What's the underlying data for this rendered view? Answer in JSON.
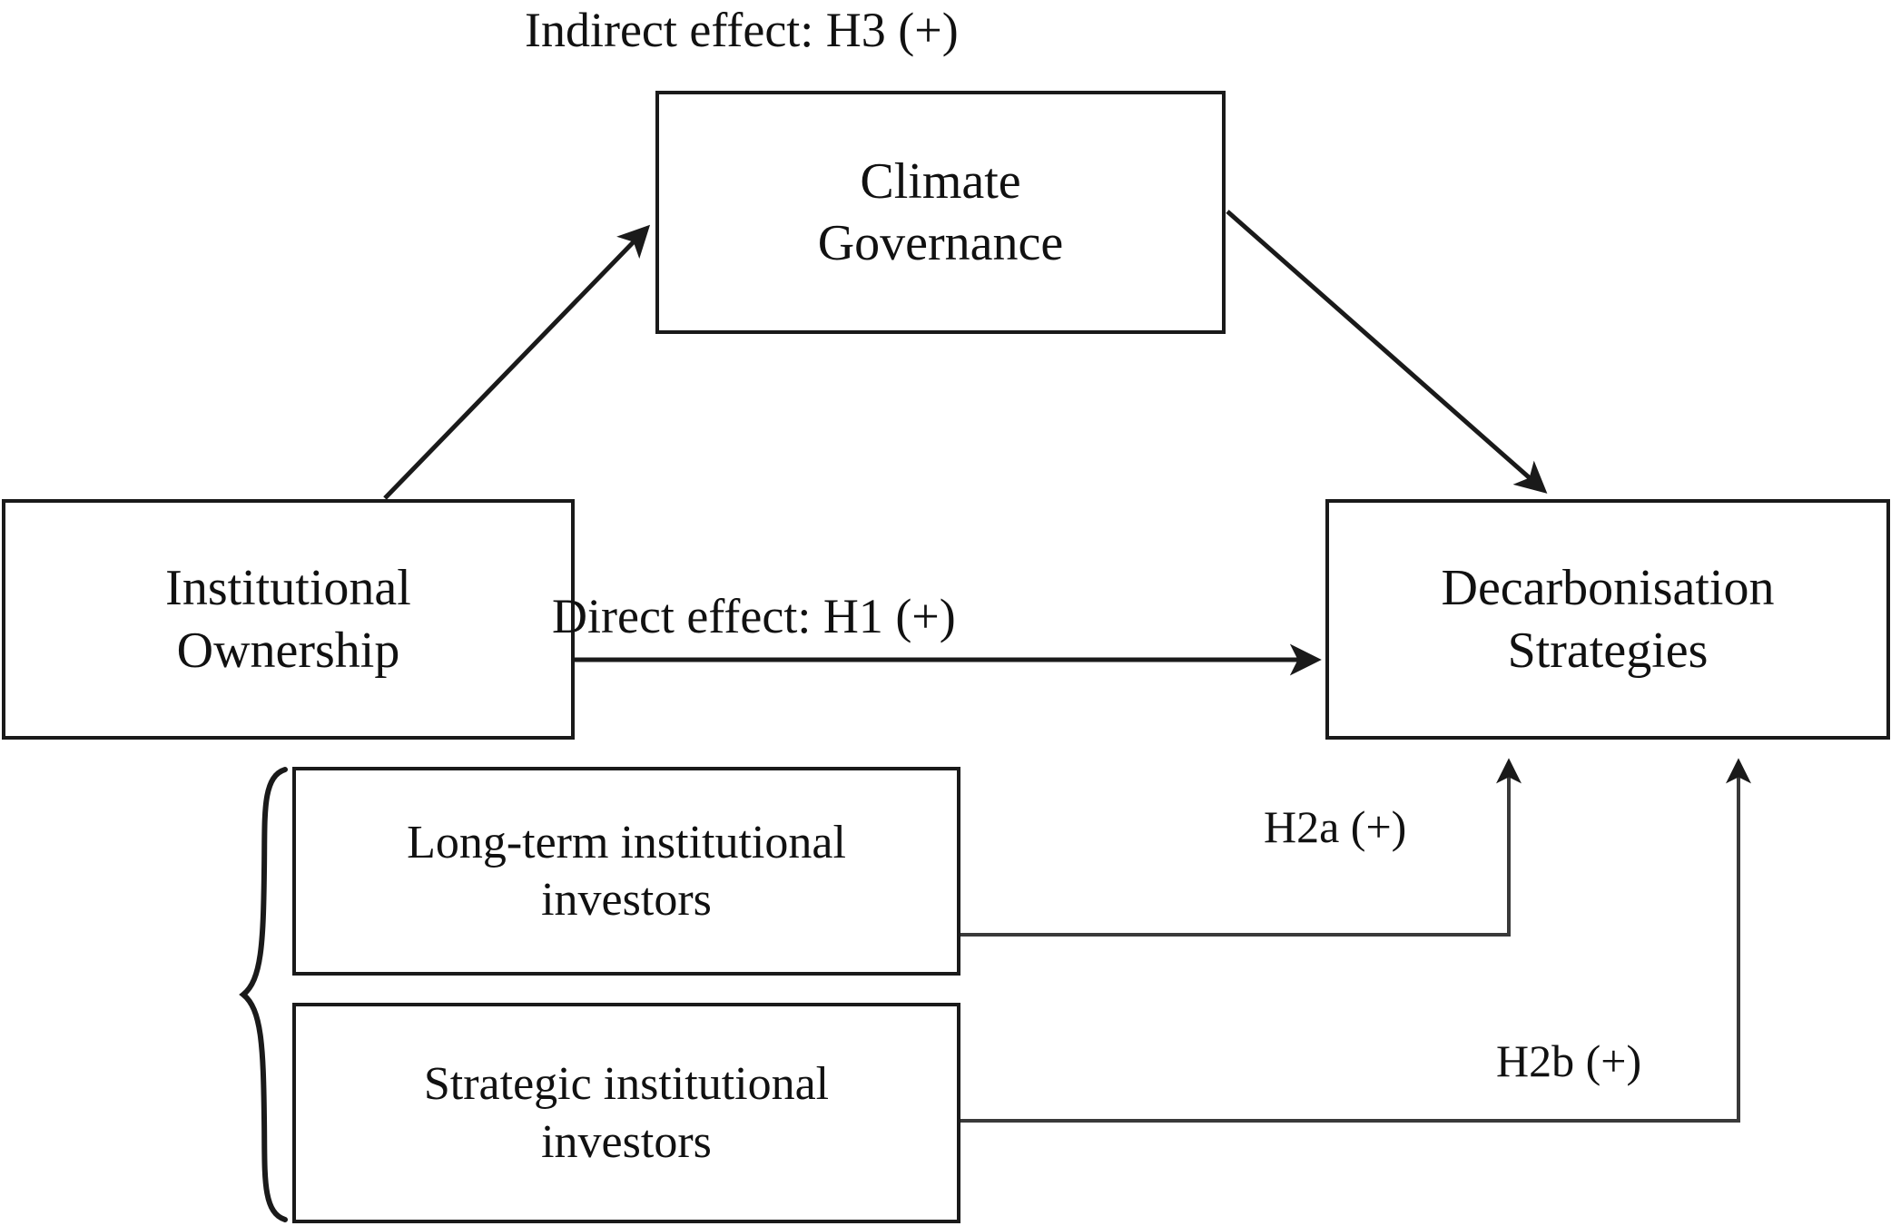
{
  "diagram": {
    "title_top": "Indirect effect: H3 (+)",
    "nodes": {
      "climate_governance": "Climate\nGovernance",
      "climate_governance_line1": "Climate",
      "climate_governance_line2": "Governance",
      "institutional_ownership_line1": "Institutional",
      "institutional_ownership_line2": "Ownership",
      "decarbonisation_line1": "Decarbonisation",
      "decarbonisation_line2": "Strategies",
      "long_term_line1": "Long-term  institutional",
      "long_term_line2": "investors",
      "strategic_line1": "Strategic  institutional",
      "strategic_line2": "investors"
    },
    "edges": {
      "indirect_effect": "Indirect effect: H3 (+)",
      "direct_effect": "Direct effect: H1 (+)",
      "h2a": "H2a (+)",
      "h2b": "H2b (+)"
    },
    "colors": {
      "line": "#1a1a1a",
      "text": "#111111",
      "background": "#ffffff"
    }
  }
}
